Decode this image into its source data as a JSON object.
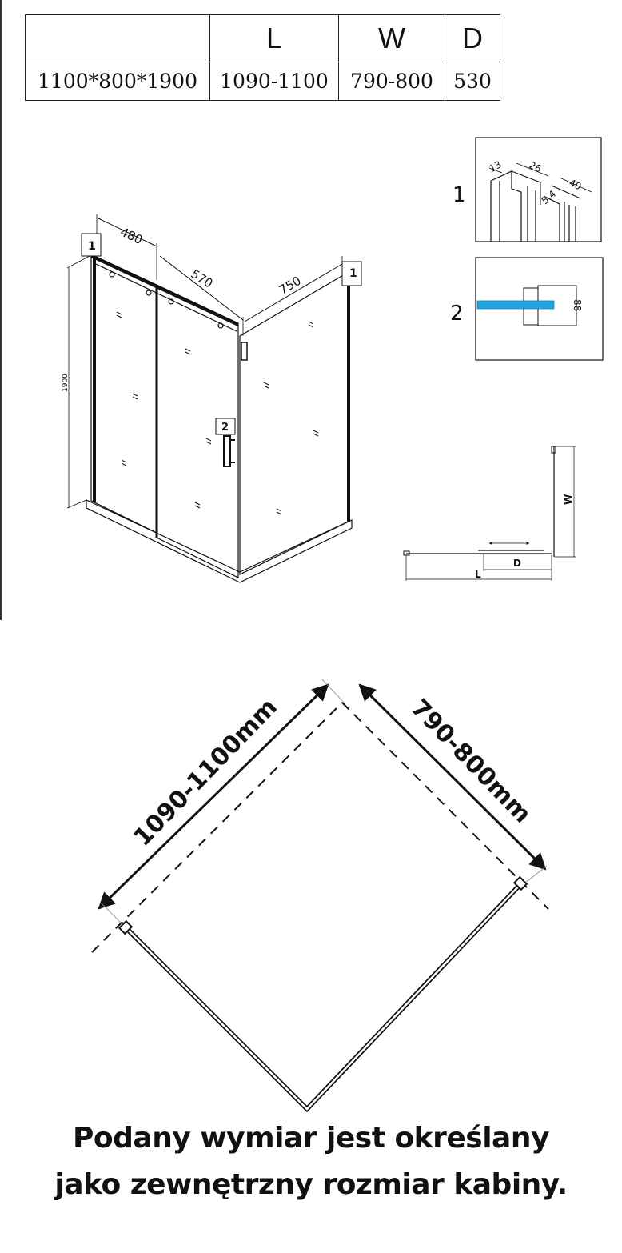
{
  "spec_table": {
    "headers": [
      "",
      "L",
      "W",
      "D"
    ],
    "row": [
      "1100*800*1900",
      "1090-1100",
      "790-800",
      "530"
    ]
  },
  "iso_view": {
    "dim_top_left": "480",
    "dim_top_middle": "570",
    "dim_top_right": "750",
    "dim_height": "1900",
    "marker_1": "1",
    "marker_2": "2"
  },
  "detail_views": {
    "detail_1_label": "1",
    "detail_1_dims": [
      "13",
      "26",
      "40",
      "5.4"
    ],
    "detail_2_label": "2",
    "detail_2_dim": "88"
  },
  "plan_view": {
    "label_w": "W",
    "label_d": "D",
    "label_l": "L"
  },
  "corner_plan": {
    "length_label": "1090-1100mm",
    "width_label": "790-800mm"
  },
  "note": {
    "line1": "Podany wymiar jest określany",
    "line2": "jako zewnętrzny rozmiar kabiny."
  },
  "colors": {
    "glass_blue": "#22a6e0",
    "line": "#111111"
  }
}
